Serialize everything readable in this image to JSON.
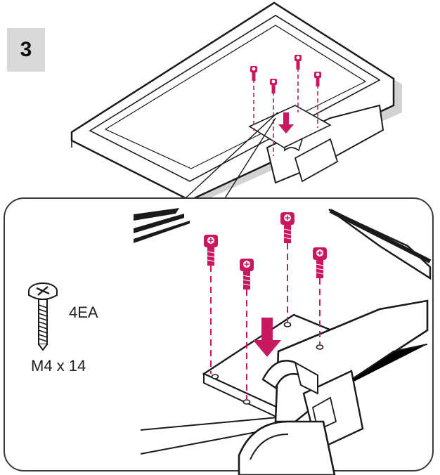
{
  "step": {
    "number": "3"
  },
  "screw_spec": {
    "quantity": "4EA",
    "size": "M4 x 14"
  },
  "colors": {
    "screw": "#c8185f",
    "line": "#1a1a1a",
    "shadow": "#d2d2d2",
    "badge": "#d9d9d9"
  },
  "icons": [
    "screw-icon",
    "arrow-down-icon"
  ]
}
